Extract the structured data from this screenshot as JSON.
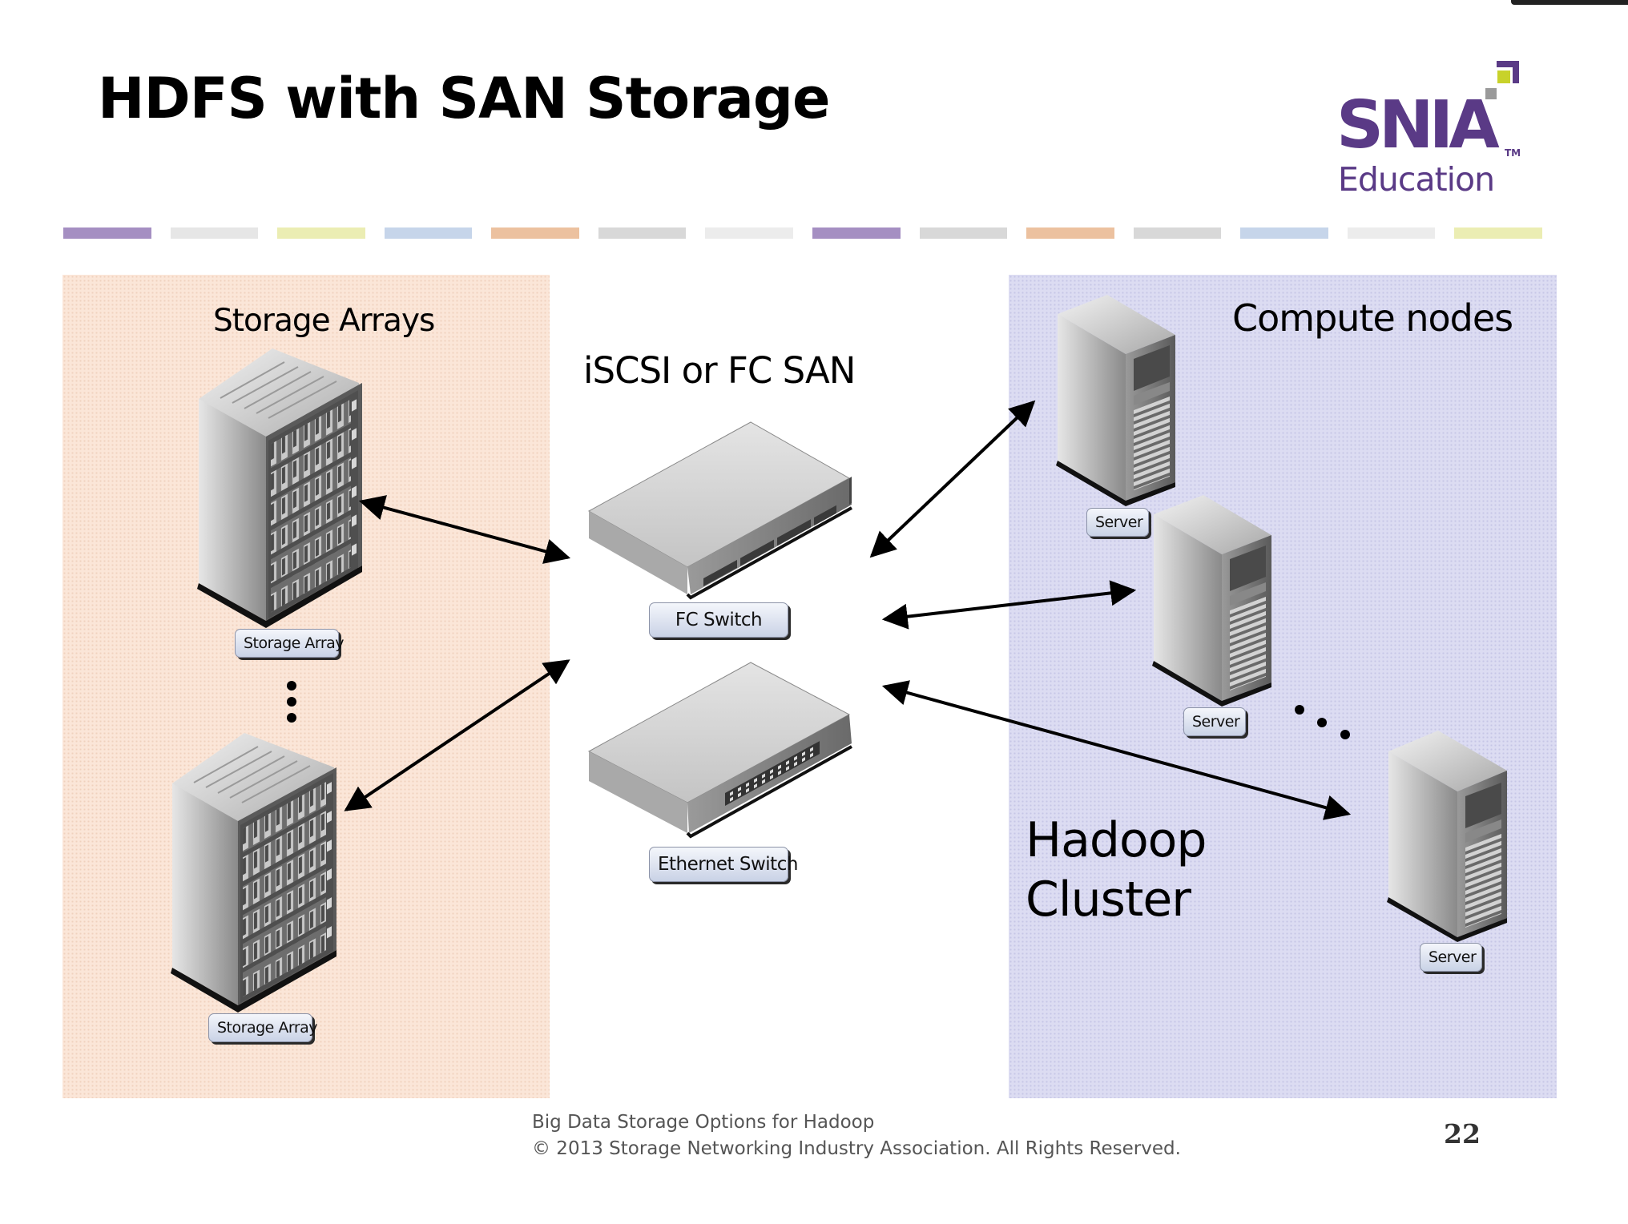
{
  "slide": {
    "title": "HDFS with SAN Storage",
    "page_number": "22"
  },
  "logo": {
    "name": "SNIA",
    "tm": "TM",
    "subtitle": "Education",
    "color": "#5a3a86"
  },
  "color_bar": [
    "#a58fc2",
    "#e6e6e6",
    "#ebedb3",
    "#c6d5ea",
    "#ecc19f",
    "#d8d8d8",
    "#ececec",
    "#a58fc2",
    "#d8d8d8",
    "#ecc19f",
    "#d8d8d8",
    "#c6d5ea",
    "#ececec",
    "#ebedb3"
  ],
  "diagram": {
    "storage_panel": {
      "heading": "Storage Arrays",
      "color": "#fbe6d8",
      "devices": [
        {
          "label": "Storage Array"
        },
        {
          "label": "Storage Array"
        }
      ]
    },
    "san": {
      "heading": "iSCSI or FC SAN",
      "switches": [
        {
          "label": "FC Switch"
        },
        {
          "label": "Ethernet Switch"
        }
      ]
    },
    "compute_panel": {
      "heading": "Compute nodes",
      "cluster_label_line1": "Hadoop",
      "cluster_label_line2": "Cluster",
      "color": "#dcdcf2",
      "servers": [
        {
          "label": "Server"
        },
        {
          "label": "Server"
        },
        {
          "label": "Server"
        }
      ]
    }
  },
  "footer": {
    "line1": "Big Data Storage Options for Hadoop",
    "line2": "© 2013 Storage Networking Industry Association. All Rights Reserved."
  }
}
